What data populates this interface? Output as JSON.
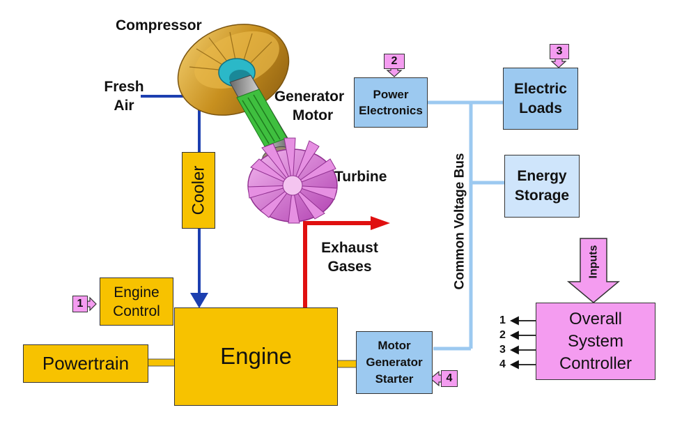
{
  "colors": {
    "air_line": "#1c3fb0",
    "exhaust": "#e01010",
    "bus": "#9cc9f0",
    "engine_fill": "#f7c200",
    "electric_fill": "#9cc9f0",
    "controller_fill": "#f49cf0"
  },
  "labels": {
    "compressor": "Compressor",
    "fresh_air": [
      "Fresh",
      "Air"
    ],
    "generator_motor": [
      "Generator",
      "Motor"
    ],
    "turbine": "Turbine",
    "exhaust_gases": [
      "Exhaust",
      "Gases"
    ],
    "common_voltage_bus": "Common Voltage Bus"
  },
  "boxes": {
    "cooler": "Cooler",
    "engine_control": [
      "Engine",
      "Control"
    ],
    "engine": "Engine",
    "powertrain": "Powertrain",
    "power_electronics": [
      "Power",
      "Electronics"
    ],
    "electric_loads": [
      "Electric",
      "Loads"
    ],
    "energy_storage": [
      "Energy",
      "Storage"
    ],
    "motor_generator_starter": [
      "Motor",
      "Generator",
      "Starter"
    ],
    "overall_controller": [
      "Overall",
      "System",
      "Controller"
    ],
    "inputs": "Inputs"
  },
  "input_tags": [
    "1",
    "2",
    "3",
    "4"
  ],
  "controller_outputs": [
    "1",
    "2",
    "3",
    "4"
  ],
  "icons": {
    "turbocharger": "turbocharger-icon"
  }
}
